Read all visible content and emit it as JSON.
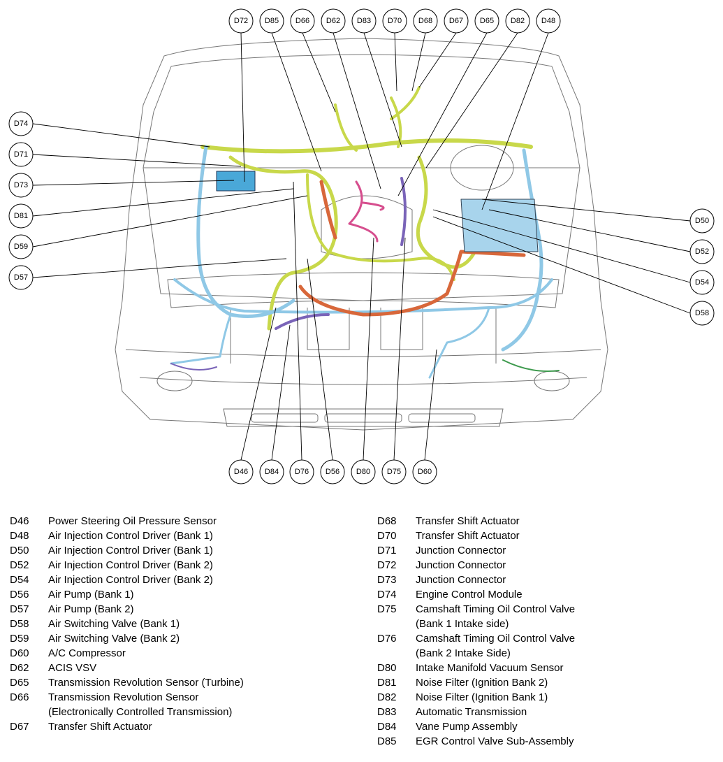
{
  "callouts": {
    "top": [
      "D72",
      "D85",
      "D66",
      "D62",
      "D83",
      "D70",
      "D68",
      "D67",
      "D65",
      "D82",
      "D48"
    ],
    "left": [
      "D74",
      "D71",
      "D73",
      "D81",
      "D59",
      "D57"
    ],
    "right": [
      "D50",
      "D52",
      "D54",
      "D58"
    ],
    "bottom": [
      "D46",
      "D84",
      "D76",
      "D56",
      "D80",
      "D75",
      "D60"
    ]
  },
  "legend_left": [
    {
      "code": "D46",
      "desc": "Power Steering Oil Pressure Sensor"
    },
    {
      "code": "D48",
      "desc": "Air Injection Control Driver (Bank 1)"
    },
    {
      "code": "D50",
      "desc": "Air Injection Control Driver (Bank 1)"
    },
    {
      "code": "D52",
      "desc": "Air Injection Control Driver (Bank 2)"
    },
    {
      "code": "D54",
      "desc": "Air Injection Control Driver (Bank 2)"
    },
    {
      "code": "D56",
      "desc": "Air Pump (Bank 1)"
    },
    {
      "code": "D57",
      "desc": "Air Pump (Bank 2)"
    },
    {
      "code": "D58",
      "desc": "Air Switching Valve (Bank 1)"
    },
    {
      "code": "D59",
      "desc": "Air Switching Valve (Bank 2)"
    },
    {
      "code": "D60",
      "desc": "A/C Compressor"
    },
    {
      "code": "D62",
      "desc": "ACIS VSV"
    },
    {
      "code": "D65",
      "desc": "Transmission Revolution Sensor (Turbine)"
    },
    {
      "code": "D66",
      "desc": "Transmission Revolution Sensor"
    },
    {
      "code": "",
      "desc": "(Electronically Controlled Transmission)"
    },
    {
      "code": "D67",
      "desc": "Transfer Shift Actuator"
    }
  ],
  "legend_right": [
    {
      "code": "D68",
      "desc": "Transfer Shift Actuator"
    },
    {
      "code": "D70",
      "desc": "Transfer Shift Actuator"
    },
    {
      "code": "D71",
      "desc": "Junction Connector"
    },
    {
      "code": "D72",
      "desc": "Junction Connector"
    },
    {
      "code": "D73",
      "desc": "Junction Connector"
    },
    {
      "code": "D74",
      "desc": "Engine Control Module"
    },
    {
      "code": "D75",
      "desc": "Camshaft Timing Oil Control Valve"
    },
    {
      "code": "",
      "desc": "(Bank 1 Intake side)"
    },
    {
      "code": "D76",
      "desc": "Camshaft Timing Oil Control Valve"
    },
    {
      "code": "",
      "desc": "(Bank 2 Intake Side)"
    },
    {
      "code": "D80",
      "desc": "Intake Manifold Vacuum Sensor"
    },
    {
      "code": "D81",
      "desc": "Noise Filter (Ignition Bank 2)"
    },
    {
      "code": "D82",
      "desc": "Noise Filter (Ignition Bank 1)"
    },
    {
      "code": "D83",
      "desc": "Automatic Transmission"
    },
    {
      "code": "D84",
      "desc": "Vane Pump Assembly"
    },
    {
      "code": "D85",
      "desc": "EGR Control Valve Sub-Assembly"
    }
  ],
  "colors": {
    "harness_main": "#c8d84a",
    "harness_blue": "#8fc8e6",
    "harness_orange": "#d8673a",
    "harness_pink": "#d64e8e",
    "harness_purple": "#7a64b8",
    "harness_green": "#3e9a4e",
    "module_blue": "#a8d4ec"
  }
}
